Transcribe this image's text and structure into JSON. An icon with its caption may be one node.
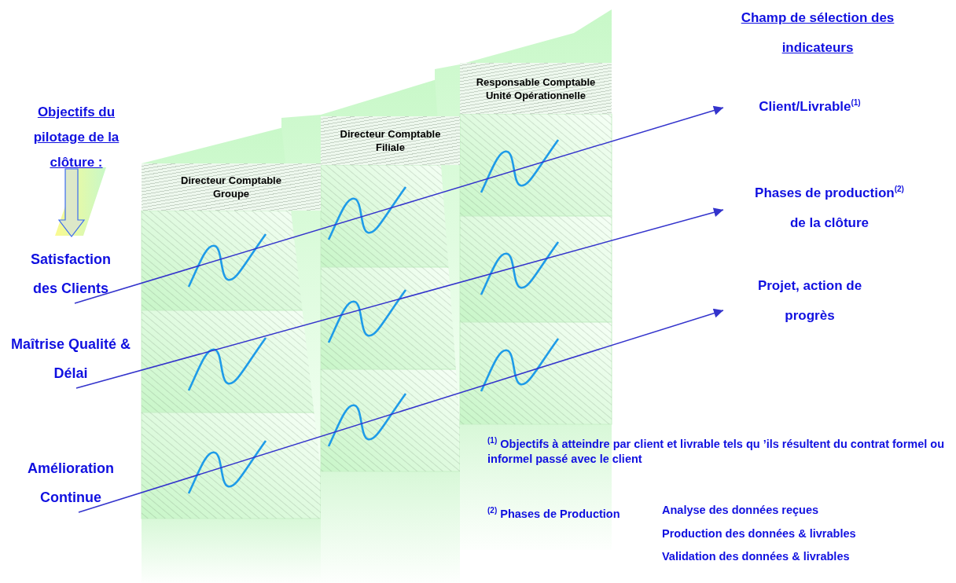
{
  "diagram": {
    "nodes": [
      {
        "text": [
          "Satisfaction des Clients"
        ]
      },
      {
        "text": [
          "Maîtrise Qualité & Délai"
        ]
      },
      {
        "text": [
          "Amélioration Continue"
        ]
      },
      {
        "text": [
          "Client/Livrable$^{(1)}$"
        ]
      },
      {
        "text": [
          "Phases de production$^{(2)}$ de la clôture"
        ]
      },
      {
        "text": [
          "Projet, action de progrès"
        ]
      },
      {
        "text": [
          "Directeur Comptable Groupe"
        ]
      },
      {
        "text": [
          "Directeur Comptable Filiale"
        ]
      },
      {
        "text": [
          "Responsable Comptable Unité Opérationnelle"
        ]
      }
    ],
    "edges": [
      {
        "from": 0,
        "to": 3,
        "arrow": "to"
      },
      {
        "from": 1,
        "to": 4,
        "arrow": "to"
      },
      {
        "from": 2,
        "to": 5,
        "arrow": "to"
      }
    ],
    "labels": [
      "Champ de sélection des indicateurs",
      "Objectifs du pilotage de la clôture :",
      "$^{(1)}$ Objectifs à atteindre par client et livrable tels qu ’ils résultent du contrat formel ou informel passé avec le client",
      "$^{(2)}$ Phases de Production",
      "Analyse des données reçues",
      "Production des données & livrables",
      "Validation des données & livrables"
    ]
  }
}
